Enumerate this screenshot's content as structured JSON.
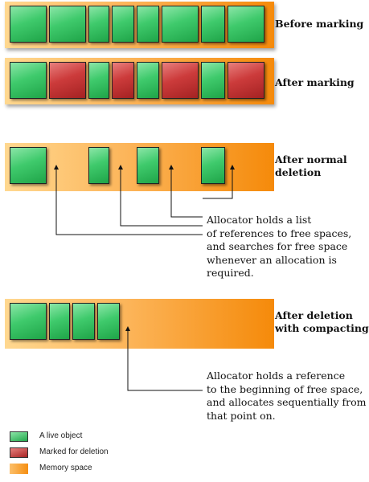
{
  "stages": [
    {
      "label": "Before marking",
      "blocks": [
        "live",
        "live",
        "live",
        "live",
        "live",
        "live",
        "live"
      ]
    },
    {
      "label": "After marking",
      "blocks": [
        "live",
        "marked",
        "live",
        "marked",
        "live",
        "marked",
        "live",
        "marked"
      ]
    },
    {
      "label": "After normal\ndeletion",
      "blocks": [
        "live",
        "live",
        "live",
        "live"
      ]
    },
    {
      "label": "After deletion\nwith compacting",
      "blocks": [
        "live",
        "live",
        "live",
        "live"
      ]
    }
  ],
  "callouts": [
    {
      "text": "Allocator holds a list\nof references to free spaces,\nand searches for free space\nwhenever an allocation is\nrequired."
    },
    {
      "text": "Allocator holds a reference\nto the beginning of free space,\nand allocates sequentially from\nthat point on."
    }
  ],
  "legend": [
    {
      "label": "A live object",
      "kind": "live"
    },
    {
      "label": "Marked for deletion",
      "kind": "marked"
    },
    {
      "label": "Memory space",
      "kind": "memory"
    }
  ],
  "colors": {
    "live": "#2fbf5c",
    "marked": "#c23232",
    "memory": "#f8a030"
  }
}
